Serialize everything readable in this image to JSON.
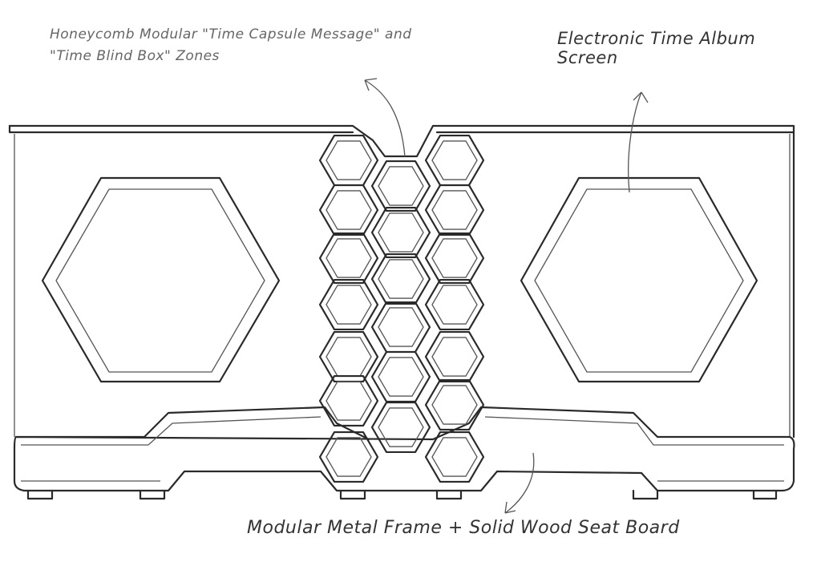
{
  "labels": {
    "honeycomb": "Honeycomb Modular \"Time Capsule Message\" and \"Time Blind Box\" Zones",
    "screen": "Electronic Time Album Screen",
    "frame": "Modular Metal Frame + Solid Wood Seat Board"
  },
  "colors": {
    "ink": "#2a2a2a",
    "paper": "#ffffff"
  }
}
